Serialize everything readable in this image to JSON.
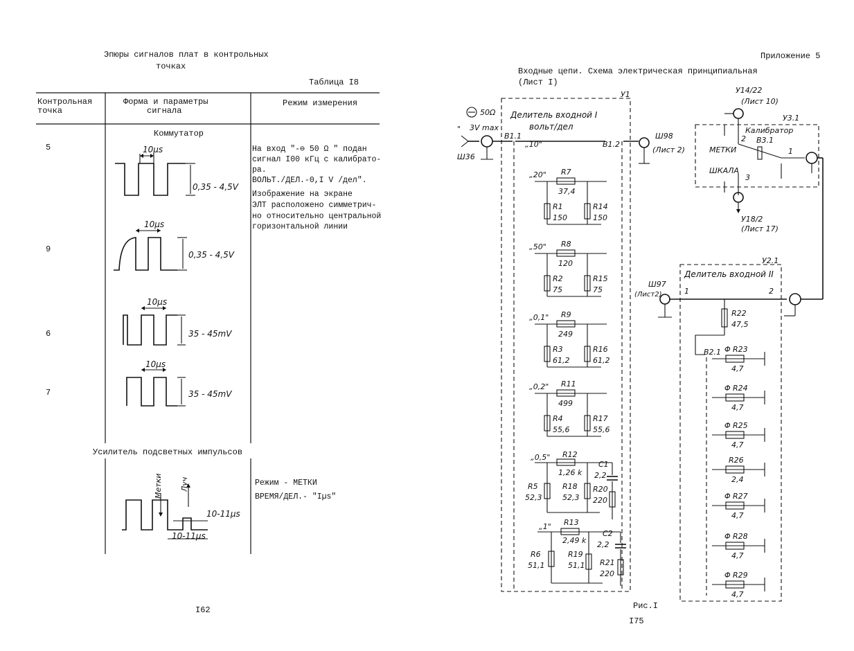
{
  "left_page": {
    "title_line1": "Эпюры сигналов плат в контрольных",
    "title_line2": "точках",
    "table_label": "Таблица I8",
    "col_point": [
      "Контрольная",
      "точка"
    ],
    "col_form": [
      "Форма и параметры",
      "сигнала"
    ],
    "col_mode": "Режим измерения",
    "section1": "Коммутатор",
    "rows": [
      {
        "point": "5",
        "period": "10µs",
        "amplitude": "0,35 - 4,5V"
      },
      {
        "point": "9",
        "period": "10µs",
        "amplitude": "0,35 - 4,5V"
      },
      {
        "point": "6",
        "period": "10µs",
        "amplitude": "35 - 45mV"
      },
      {
        "point": "7",
        "period": "10µs",
        "amplitude": "35 - 45mV"
      }
    ],
    "mode1": [
      "На вход \"-⊖ 50 Ω \" подан",
      "сигнал I00 кГц с калибрато-",
      "ра.",
      "ВОЛЬТ./ДЕЛ.-0,I V /дел\".",
      "Изображение на экране",
      "ЭЛТ расположено симметрич-",
      "но относительно центральной",
      "     горизонтальной линии"
    ],
    "section2": "Усилитель подсветных импульсов",
    "pulse_labels": {
      "marks": "Метки",
      "beam": "Луч",
      "width1": "10-11µs",
      "width2": "10-11µs"
    },
    "mode2": [
      "Режим - МЕТКИ",
      "ВРЕМЯ/ДЕЛ.- \"Iµs\""
    ],
    "page_number": "I62"
  },
  "right_page": {
    "appendix": "Приложение 5",
    "title_line1": "Входные цепи. Схема электрическая принципиальная",
    "title_line2": "(Лист I)",
    "input": {
      "ohm": "50Ω",
      "vmax": "3V max",
      "connector": "Ш36",
      "quote": "\""
    },
    "u1": {
      "ref": "У1",
      "title1": "Делитель входной I",
      "title2": "вольт/дел",
      "b11": "В1.1",
      "b12": "В1.2",
      "ten": "„10\""
    },
    "sh98": [
      "Ш98",
      "(Лист 2)"
    ],
    "stages": [
      {
        "pos": "„20\"",
        "rs": "R7",
        "rsv": "37,4",
        "r1": "R1",
        "r1v": "150",
        "r2": "R14",
        "r2v": "150"
      },
      {
        "pos": "„50\"",
        "rs": "R8",
        "rsv": "120",
        "r1": "R2",
        "r1v": "75",
        "r2": "R15",
        "r2v": "75"
      },
      {
        "pos": "„0,1\"",
        "rs": "R9",
        "rsv": "249",
        "r1": "R3",
        "r1v": "61,2",
        "r2": "R16",
        "r2v": "61,2"
      },
      {
        "pos": "„0,2\"",
        "rs": "R11",
        "rsv": "499",
        "r1": "R4",
        "r1v": "55,6",
        "r2": "R17",
        "r2v": "55,6"
      }
    ],
    "stage5": {
      "pos": "„0,5\"",
      "rs": "R12",
      "rsv": "1,26 k",
      "c": "C1",
      "cv": "2,2",
      "r1": "R5",
      "r1v": "52,3",
      "r2": "R18",
      "r2v": "52,3",
      "r3": "R20",
      "r3v": "220"
    },
    "stage6": {
      "pos": "„1\"",
      "rs": "R13",
      "rsv": "2,49 k",
      "c": "C2",
      "cv": "2,2",
      "r1": "R6",
      "r1v": "51,1",
      "r2": "R19",
      "r2v": "51,1",
      "r3": "R21",
      "r3v": "220"
    },
    "u14": [
      "У14/22",
      "(Лист 10)"
    ],
    "u31": "У3.1",
    "calibrator": [
      "Калибратор",
      "В3.1"
    ],
    "marks": "МЕТКИ",
    "scale": "ШКАЛА",
    "sw_pins": [
      "2",
      "1",
      "3"
    ],
    "u18": [
      "У18/2",
      "(Лист 17)"
    ],
    "u21": {
      "ref": "У2.1",
      "title": "Делитель входной II",
      "p1": "1",
      "p2": "2",
      "b21": "В2.1"
    },
    "sh97": [
      "Ш97",
      "(Лист2)"
    ],
    "r22": {
      "name": "R22",
      "val": "47,5"
    },
    "phi": "Φ",
    "trims": [
      {
        "name": "R23",
        "val": "4,7"
      },
      {
        "name": "R24",
        "val": "4,7"
      },
      {
        "name": "R25",
        "val": "4,7"
      },
      {
        "name": "R26",
        "val": "2,4"
      },
      {
        "name": "R27",
        "val": "4,7"
      },
      {
        "name": "R28",
        "val": "4,7"
      },
      {
        "name": "R29",
        "val": "4,7"
      }
    ],
    "fig": "Рис.I",
    "page_number": "I75"
  }
}
